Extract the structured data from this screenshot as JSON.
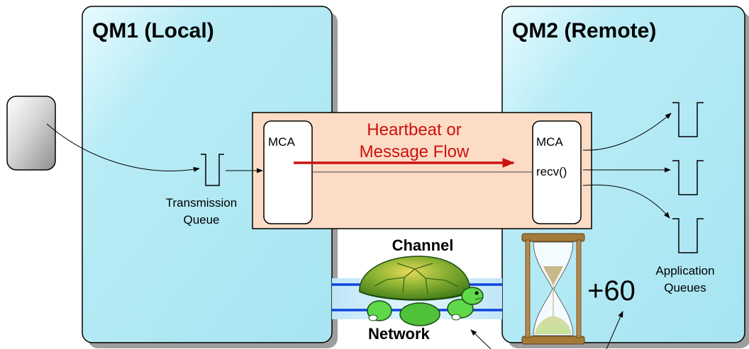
{
  "qm_local": {
    "title": "QM1 (Local)"
  },
  "qm_remote": {
    "title": "QM2 (Remote)"
  },
  "channel": {
    "label": "Channel",
    "flow_line1": "Heartbeat or",
    "flow_line2": "Message Flow",
    "sender_mca": "MCA",
    "receiver_mca": "MCA",
    "receiver_call": "recv()"
  },
  "transmission_queue": {
    "line1": "Transmission",
    "line2": "Queue"
  },
  "application_queues": {
    "line1": "Application",
    "line2": "Queues"
  },
  "network": {
    "label": "Network"
  },
  "timer": {
    "value": "+60"
  },
  "colors": {
    "qm_fill": "#b8ecf6",
    "channel_fill": "#fcdcc4",
    "flow_arrow": "#cc1111",
    "network_line": "#1144dd",
    "hourglass_frame": "#a47a3a",
    "turtle_shell": "#3f8a1e",
    "turtle_body": "#5fd84a"
  },
  "icons": [
    "application-box-icon",
    "queue-icon",
    "turtle-icon",
    "hourglass-icon"
  ]
}
